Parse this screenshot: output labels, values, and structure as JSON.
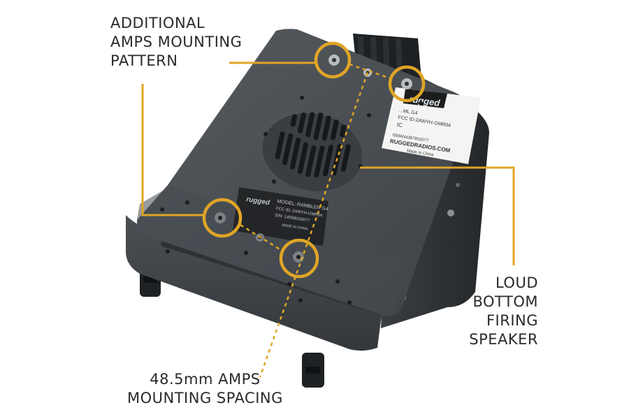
{
  "callouts": {
    "additional_mounting": {
      "lines": [
        "ADDITIONAL",
        "AMPS MOUNTING",
        "PATTERN"
      ]
    },
    "speaker": {
      "lines": [
        "LOUD",
        "BOTTOM",
        "FIRING",
        "SPEAKER"
      ]
    },
    "spacing": {
      "lines": [
        "48.5mm AMPS",
        "MOUNTING SPACING"
      ]
    }
  },
  "device": {
    "brand_badge": "rugged",
    "top_sticker": {
      "lines": [
        "...ML G4",
        "FCC ID:2AWYH-GMR04",
        "IC",
        "ISMAN4367802077",
        "RUGGEDRADIOS.COM",
        "Made in China"
      ]
    },
    "center_sticker": {
      "lines": [
        "MODEL: RAMBLER G4",
        "FCC ID: 2AWYH-GMR04",
        "S/N: 14058020077",
        "MADE IN CHINA"
      ]
    }
  },
  "colors": {
    "accent": "#E0A526",
    "body": "#4b5054",
    "body_dark": "#2f3336",
    "background": "#ffffff",
    "label_text": "#2a2a2a"
  }
}
